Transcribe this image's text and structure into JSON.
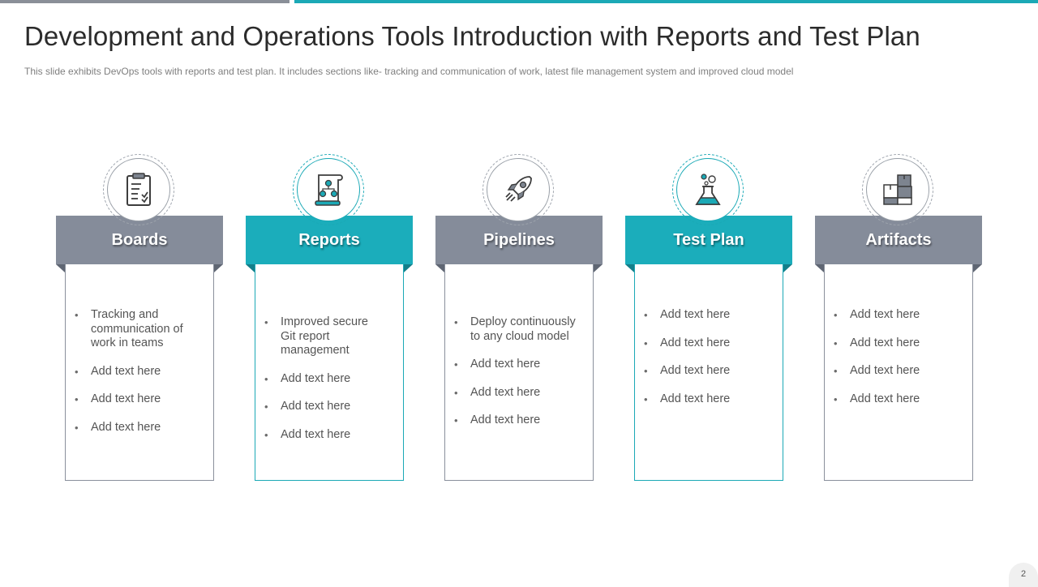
{
  "slide": {
    "title": "Development and Operations Tools Introduction with Reports and Test Plan",
    "subtitle": "This slide exhibits DevOps  tools with reports and test plan. It includes sections like- tracking and communication of work, latest file management  system and improved  cloud model",
    "page_number": "2"
  },
  "colors": {
    "gray": "#858c9a",
    "teal": "#1badbb"
  },
  "cards": [
    {
      "label": "Boards",
      "icon": "clipboard-checklist-icon",
      "items": [
        "Tracking and communication of work in teams",
        "Add text here",
        "Add text here",
        "Add text here"
      ]
    },
    {
      "label": "Reports",
      "icon": "report-scroll-icon",
      "items": [
        "Improved secure Git report management",
        "Add text here",
        "Add text here",
        "Add text here"
      ]
    },
    {
      "label": "Pipelines",
      "icon": "rocket-icon",
      "items": [
        "Deploy continuously to any cloud model",
        "Add text here",
        "Add text here",
        "Add text here"
      ]
    },
    {
      "label": "Test Plan",
      "icon": "flask-icon",
      "items": [
        "Add text here",
        "Add text here",
        "Add text here",
        "Add text here"
      ]
    },
    {
      "label": "Artifacts",
      "icon": "boxes-icon",
      "items": [
        "Add text here",
        "Add text here",
        "Add text here",
        "Add text here"
      ]
    }
  ]
}
